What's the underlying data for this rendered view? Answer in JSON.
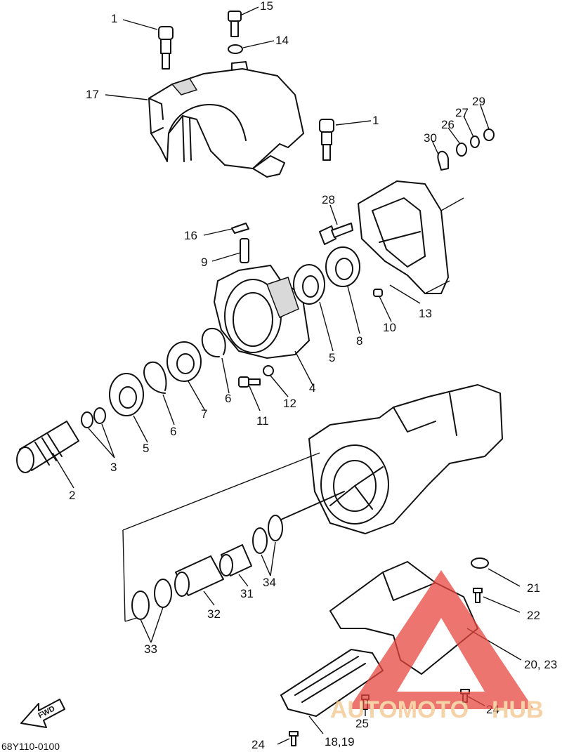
{
  "callouts": {
    "c1a": "1",
    "c15": "15",
    "c14": "14",
    "c17": "17",
    "c1b": "1",
    "c29": "29",
    "c27": "27",
    "c26": "26",
    "c30": "30",
    "c28": "28",
    "c16": "16",
    "c9": "9",
    "c13": "13",
    "c10": "10",
    "c8": "8",
    "c5a": "5",
    "c4": "4",
    "c12": "12",
    "c11": "11",
    "c6a": "6",
    "c7": "7",
    "c6b": "6",
    "c5b": "5",
    "c3": "3",
    "c2": "2",
    "c34": "34",
    "c31": "31",
    "c32": "32",
    "c33": "33",
    "c21": "21",
    "c22": "22",
    "c20_23": "20, 23",
    "c24a": "24",
    "c25": "25",
    "c24b": "24",
    "c18_19": "18,19"
  },
  "footer": {
    "fwd_label": "FWD",
    "diagram_code": "68Y110-0100"
  },
  "watermark": {
    "brand_left": "AUTOMOTO",
    "brand_right": "HUB",
    "triangle_color": "#e8473f",
    "text_color": "#f2c38a"
  }
}
